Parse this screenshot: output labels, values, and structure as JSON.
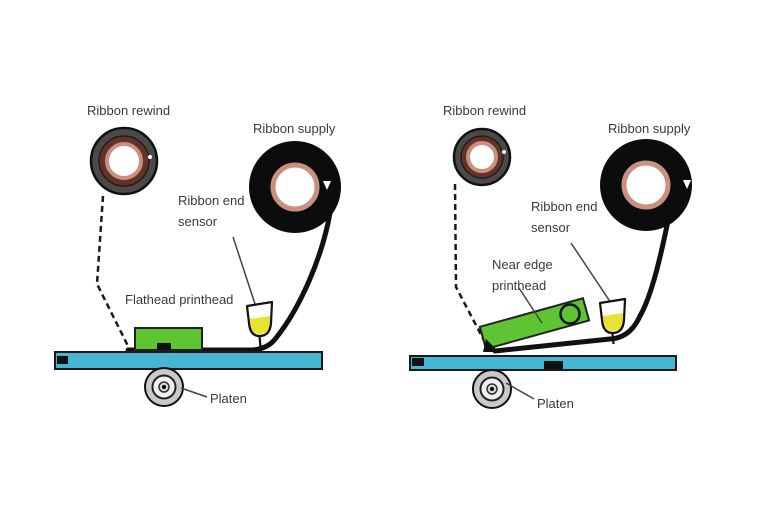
{
  "figure": {
    "panels": [
      {
        "name": "flathead",
        "labels": {
          "rewind": "Ribbon rewind",
          "supply": "Ribbon supply",
          "sensor_line1": "Ribbon end",
          "sensor_line2": "sensor",
          "printhead": "Flathead printhead",
          "platen": "Platen"
        }
      },
      {
        "name": "near-edge",
        "labels": {
          "rewind": "Ribbon rewind",
          "supply": "Ribbon supply",
          "sensor_line1": "Ribbon end",
          "sensor_line2": "sensor",
          "printhead_line1": "Near edge",
          "printhead_line2": "printhead",
          "platen": "Platen"
        }
      }
    ]
  },
  "colors": {
    "ribbon_black": "#111111",
    "media_bar_cyan": "#46b6d2",
    "printhead_green": "#5ec431",
    "sensor_yellow": "#e8e233",
    "supply_core_ring": "#c9907f",
    "rewind_ring_brown": "#61332a",
    "rewind_outer_gray": "#4a4a4a",
    "platen_gray": "#c9c9c9",
    "outline": "#1a1a1a",
    "pointer_gray": "#444444",
    "background": "#ffffff",
    "text": "#3a3a3a"
  }
}
